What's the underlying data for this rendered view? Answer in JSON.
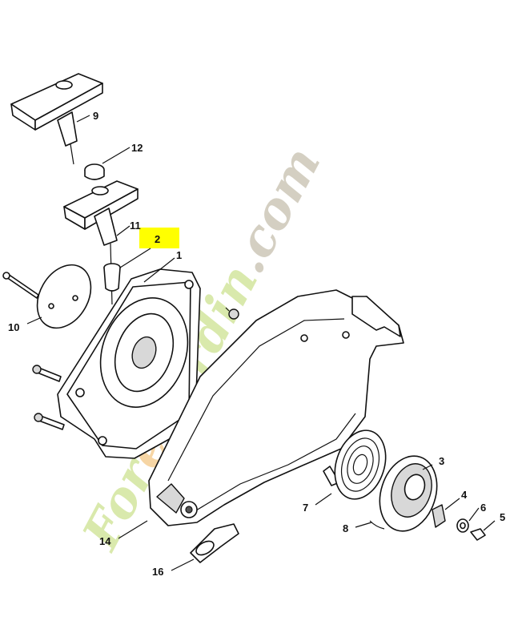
{
  "watermark": {
    "segments": [
      "Fo",
      "r",
      "et",
      "jardin",
      ".com"
    ],
    "colors": {
      "green": "#d8e8a8",
      "orange": "#f6d3a0",
      "tan": "#d2cdbf"
    }
  },
  "highlight_color": "#ffff00",
  "callouts": [
    "1",
    "2",
    "3",
    "4",
    "5",
    "6",
    "7",
    "8",
    "9",
    "10",
    "11",
    "12",
    "14",
    "16"
  ]
}
